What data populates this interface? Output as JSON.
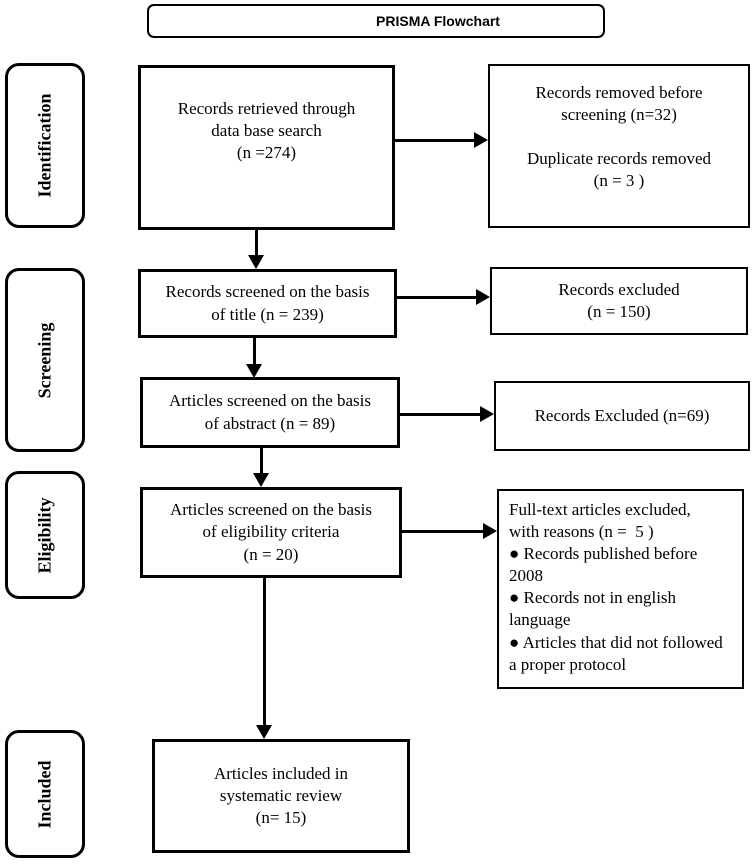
{
  "title": "PRISMA Flowchart",
  "colors": {
    "ink": "#000000",
    "background": "#ffffff"
  },
  "sidebar": {
    "identification": "Identification",
    "screening": "Screening",
    "eligibility": "Eligibility",
    "included": "Included"
  },
  "boxes": {
    "records_retrieved": "Records retrieved through\ndata base search\n(n =274)",
    "records_removed": "Records removed before\nscreening (n=32)\n\nDuplicate records removed\n(n = 3 )",
    "screened_title": "Records screened on the basis\nof title (n = 239)",
    "excluded_title": "Records excluded\n(n = 150)",
    "screened_abstract": "Articles screened on the basis\nof abstract (n = 89)",
    "excluded_abstract": "Records Excluded (n=69)",
    "screened_eligibility": "Articles screened on the basis\nof eligibility criteria\n(n = 20)",
    "fulltext_excluded": "Full-text articles excluded,\nwith reasons (n =  5 )\n● Records published before 2008\n● Records not in english language\n● Articles that did not followed a proper protocol",
    "included_review": "Articles included in\nsystematic review\n(n= 15)"
  }
}
